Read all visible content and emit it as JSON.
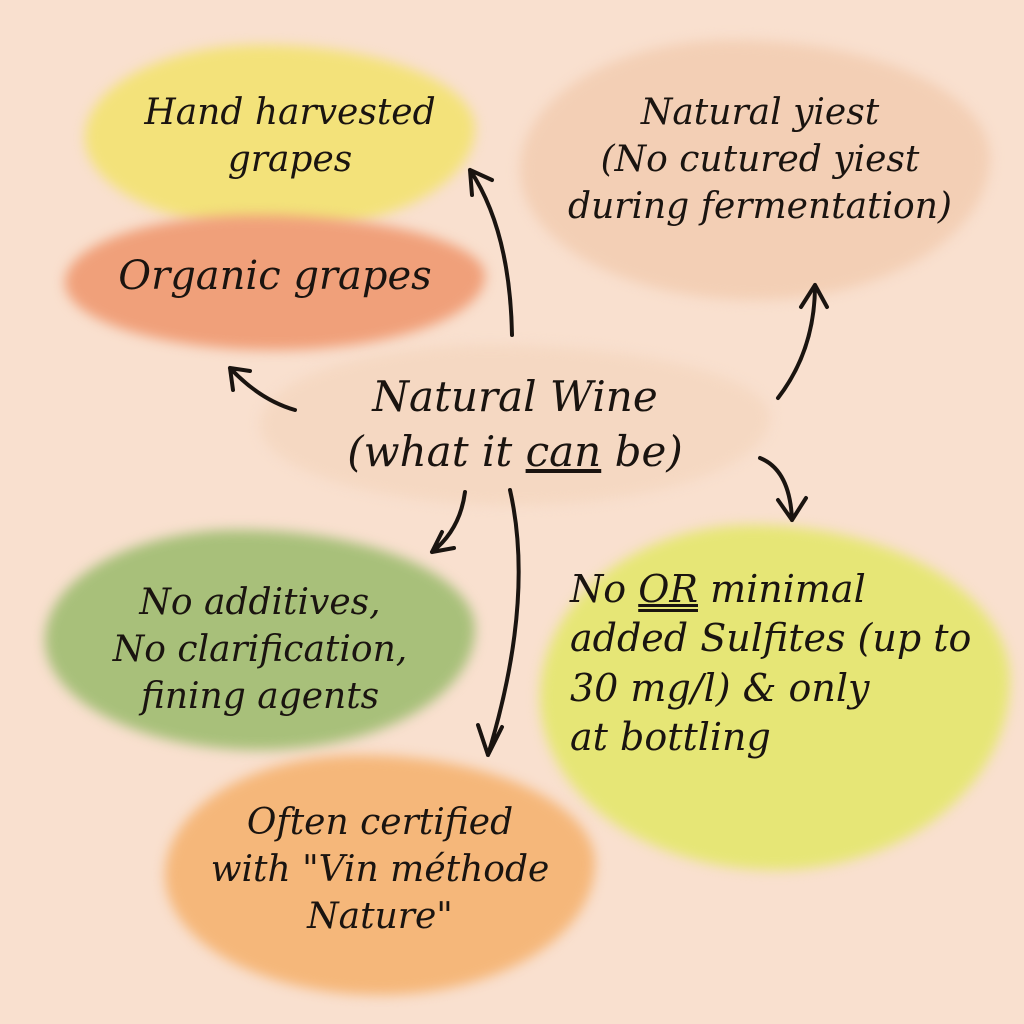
{
  "center": {
    "line1": "Natural Wine",
    "line2_pre": "(what it ",
    "line2_em": "can",
    "line2_post": " be)"
  },
  "nodes": {
    "hand_harvested": {
      "line1": "Hand harvested",
      "line2": "grapes",
      "color": "#f3e27a"
    },
    "organic": {
      "text": "Organic grapes",
      "color": "#f0a07a"
    },
    "yeast": {
      "line1": "Natural yiest",
      "line2": "(No cutured yiest",
      "line3": "during fermentation)",
      "color": "#f3cfb5"
    },
    "additives": {
      "line1": "No additives,",
      "line2": "No clarification,",
      "line3": "fining agents",
      "color": "#a8c07a"
    },
    "sulfites": {
      "pre": "No ",
      "em": "OR",
      "post": " minimal",
      "line2": "added Sulfites (up to",
      "line3": "30 mg/l) & only",
      "line4": "at bottling",
      "color": "#e6e676"
    },
    "certified": {
      "line1": "Often certified",
      "line2": "with \"Vin méthode",
      "line3": "Nature\"",
      "color": "#f5b77a"
    }
  }
}
